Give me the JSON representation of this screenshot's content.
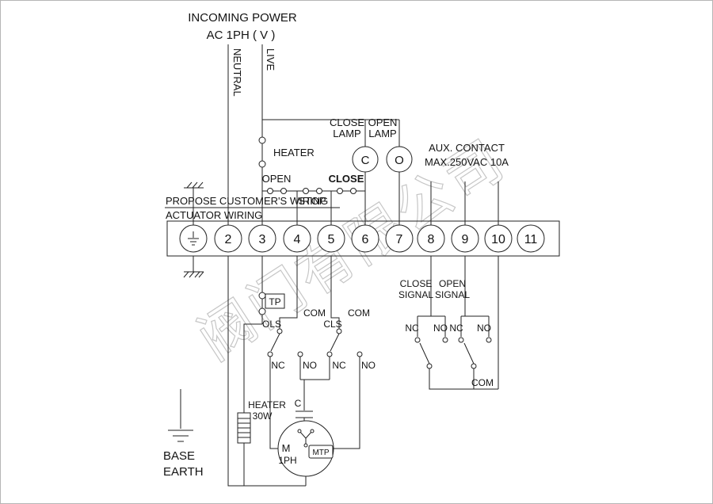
{
  "header": {
    "title": "INCOMING POWER",
    "subtitle": "AC 1PH ( V )"
  },
  "power": {
    "neutral": "NEUTRAL",
    "live": "LIVE"
  },
  "controls": {
    "heater": "HEATER",
    "open": "OPEN",
    "stop": "STOP",
    "close": "CLOSE"
  },
  "lamps": {
    "close1": "CLOSE",
    "close2": "LAMP",
    "open1": "OPEN",
    "open2": "LAMP",
    "c": "C",
    "o": "O"
  },
  "aux": {
    "l1": "AUX. CONTACT",
    "l2": "MAX.250VAC 10A"
  },
  "wiring": {
    "customer": "PROPOSE CUSTOMER'S WIRING",
    "actuator": "ACTUATOR WIRING"
  },
  "terminals": [
    "2",
    "3",
    "4",
    "5",
    "6",
    "7",
    "8",
    "9",
    "10",
    "11"
  ],
  "internal": {
    "tp": "TP",
    "ols": "OLS",
    "cls": "CLS",
    "com1": "COM",
    "com2": "COM",
    "nc1": "NC",
    "no1": "NO",
    "nc2": "NC",
    "no2": "NO"
  },
  "signals": {
    "close1": "CLOSE",
    "close2": "SIGNAL",
    "open1": "OPEN",
    "open2": "SIGNAL",
    "nc1": "NC",
    "no1": "NO",
    "nc2": "NC",
    "no2": "NO",
    "com": "COM"
  },
  "bottom": {
    "heater1": "HEATER",
    "heater2": "30W",
    "cap": "C",
    "m": "M",
    "ph": "1PH",
    "mtp": "MTP",
    "base1": "BASE",
    "base2": "EARTH"
  },
  "watermark": "阀门有限公司"
}
